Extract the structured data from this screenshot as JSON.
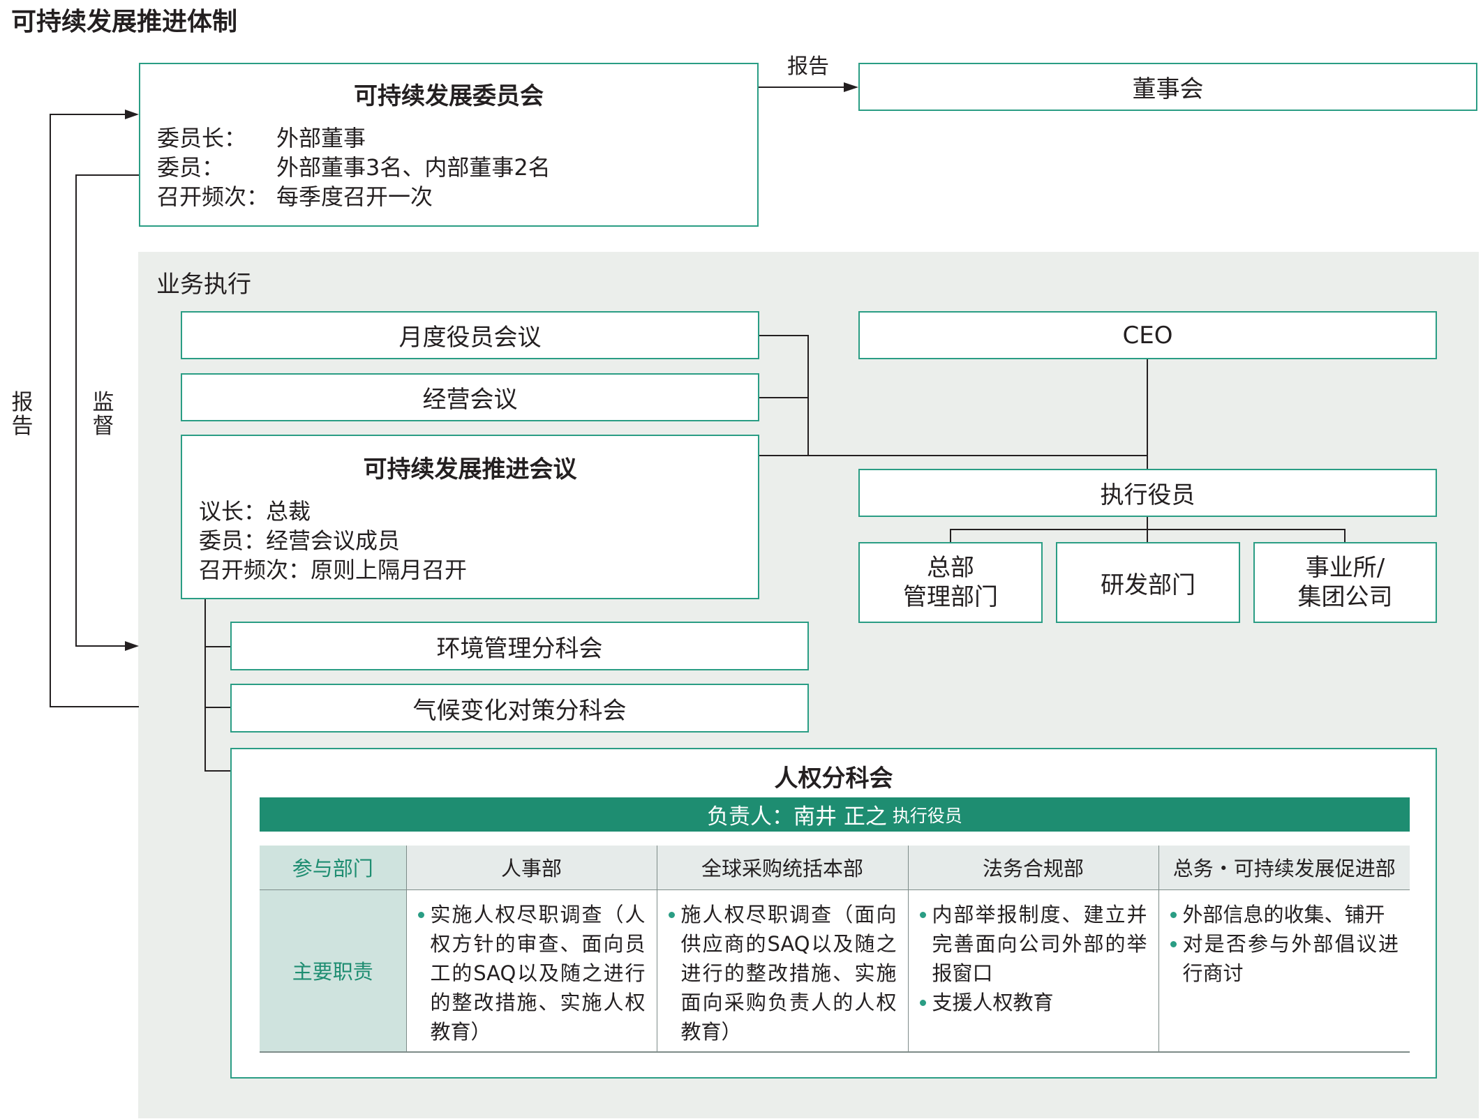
{
  "page_title": "可持续发展推进体制",
  "arrow_top_label": "报告",
  "left_report_label": "报告",
  "left_supervise_label": "监督",
  "committee": {
    "title": "可持续发展委员会",
    "rows": [
      {
        "key": "委员长：",
        "value": "外部董事"
      },
      {
        "key": "委员：",
        "value": "外部董事3名、内部董事2名"
      },
      {
        "key": "召开频次：",
        "value": "每季度召开一次"
      }
    ]
  },
  "board": "董事会",
  "business_execution": "业务执行",
  "monthly_meeting": "月度役员会议",
  "management_meeting": "经营会议",
  "promotion_meeting": {
    "title": "可持续发展推进会议",
    "rows": [
      "议长：总裁",
      "委员：经营会议成员",
      "召开频次：原则上隔月召开"
    ]
  },
  "ceo": "CEO",
  "executive_officers": "执行役员",
  "departments": [
    {
      "line1": "总部",
      "line2": "管理部门"
    },
    {
      "line1": "研发部门",
      "line2": ""
    },
    {
      "line1": "事业所/",
      "line2": "集团公司"
    }
  ],
  "env_subcommittee": "环境管理分科会",
  "climate_subcommittee": "气候变化对策分科会",
  "human_rights": {
    "title": "人权分科会",
    "leader_prefix": "负责人：南井 正之",
    "leader_role": "执行役员",
    "header_label": "参与部门",
    "duties_label": "主要职责",
    "columns": [
      {
        "name": "人事部",
        "duties": [
          "实施人权尽职调查（人权方针的审查、面向员工的SAQ以及随之进行的整改措施、实施人权教育）"
        ]
      },
      {
        "name": "全球采购统括本部",
        "duties": [
          "施人权尽职调查（面向供应商的SAQ以及随之进行的整改措施、实施面向采购负责人的人权教育）"
        ]
      },
      {
        "name": "法务合规部",
        "duties": [
          "内部举报制度、建立并完善面向公司外部的举报窗口",
          "支援人权教育"
        ]
      },
      {
        "name": "总务・可持续发展促进部",
        "duties": [
          "外部信息的收集、铺开",
          "对是否参与外部倡议进行商讨"
        ]
      }
    ]
  },
  "colors": {
    "accent": "#2a9d84",
    "banner": "#1e8d71",
    "grey": "#ebeeeb",
    "line": "#231f20"
  }
}
